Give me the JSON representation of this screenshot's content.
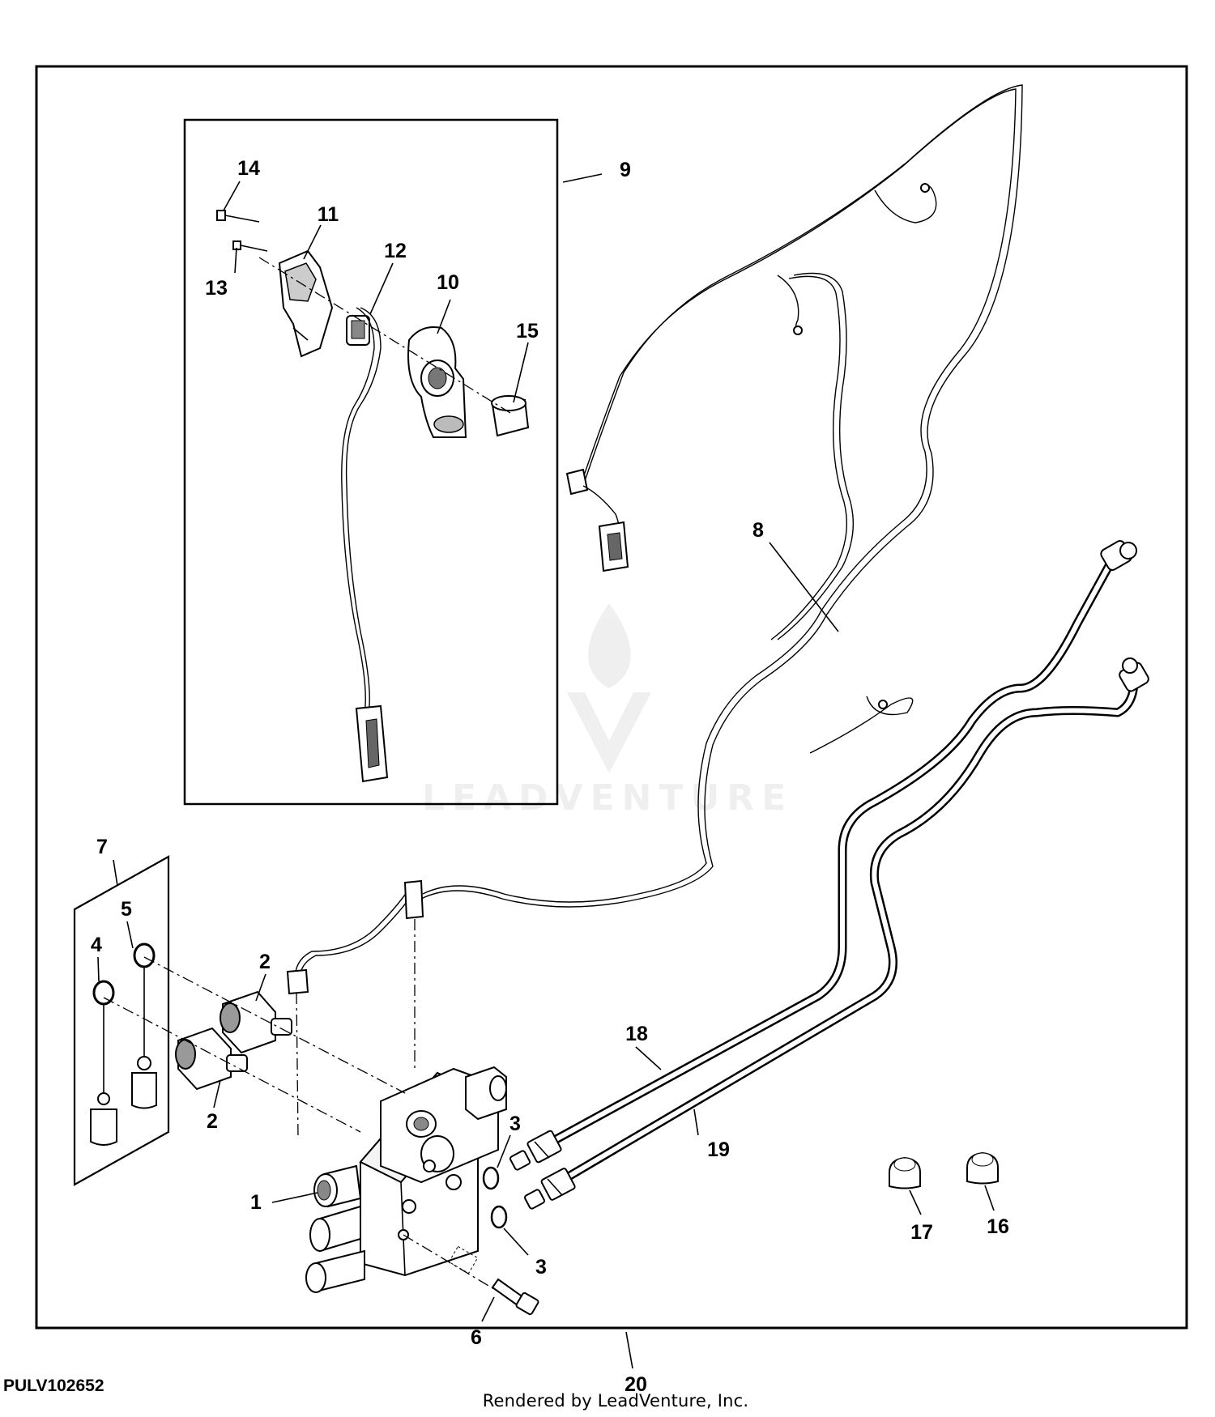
{
  "diagram": {
    "reference_id": "PULV102652",
    "credit": "Rendered by LeadVenture, Inc.",
    "watermark": "LEADVENTURE",
    "callouts": {
      "c1": "1",
      "c2a": "2",
      "c2b": "2",
      "c3a": "3",
      "c3b": "3",
      "c4": "4",
      "c5": "5",
      "c6": "6",
      "c7": "7",
      "c8": "8",
      "c9": "9",
      "c10": "10",
      "c11": "11",
      "c12": "12",
      "c13": "13",
      "c14": "14",
      "c15": "15",
      "c16": "16",
      "c17": "17",
      "c18": "18",
      "c19": "19",
      "c20": "20"
    }
  }
}
